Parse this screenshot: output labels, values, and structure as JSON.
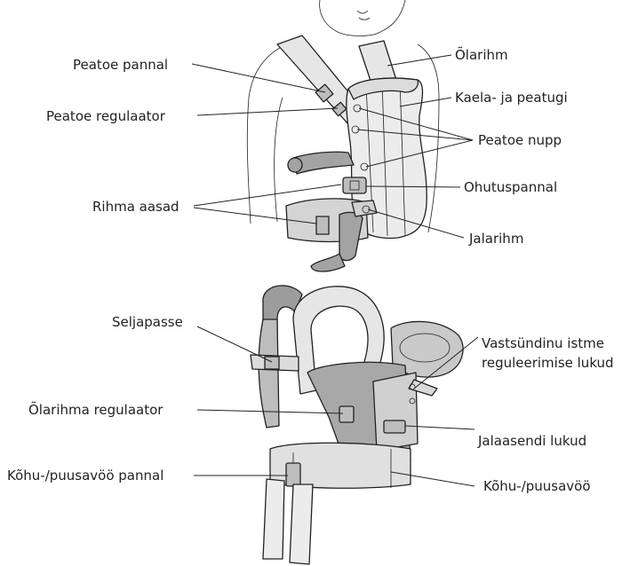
{
  "top_labels": {
    "peatoe_pannal": "Peatoe pannal",
    "peatoe_regulaator": "Peatoe regulaator",
    "rihma_aasad": "Rihma aasad",
    "olarihm": "Õlarihm",
    "kaela_ja_peatugi": "Kaela- ja peatugi",
    "peatoe_nupp": "Peatoe nupp",
    "ohutuspannal": "Ohutuspannal",
    "jalarihm": "Jalarihm"
  },
  "bottom_labels": {
    "seljapasse": "Seljapasse",
    "olarihma_regulaator": "Õlarihma regulaator",
    "kohu_puusavoo_pannal": "Kõhu-/puusavöö pannal",
    "vastsundinu_line1": "Vastsündinu istme",
    "vastsundinu_line2": "reguleerimise lukud",
    "jalaasendi_lukud": "Jalaasendi lukud",
    "kohu_puusavoo": "Kõhu-/puusavöö"
  },
  "colors": {
    "outline": "#222222",
    "light_fabric": "#e9e9e9",
    "mid_fabric": "#cfcfcf",
    "dark_fabric": "#9c9c9c",
    "background": "#ffffff"
  }
}
